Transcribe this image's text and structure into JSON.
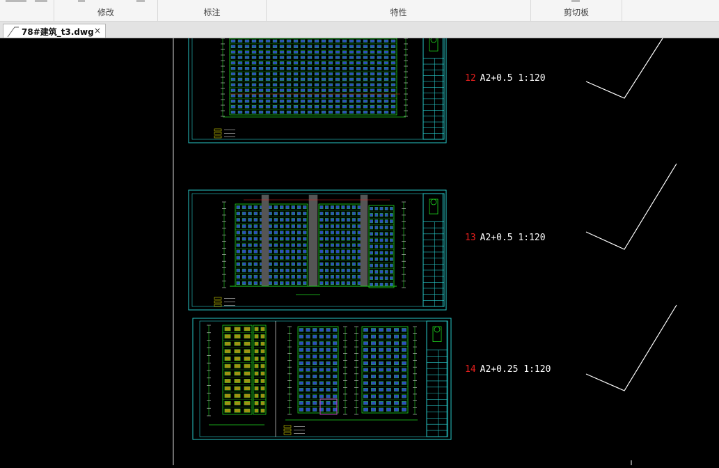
{
  "ribbon": {
    "groups": [
      {
        "label": "修改"
      },
      {
        "label": "标注"
      },
      {
        "label": "特性"
      },
      {
        "label": "剪切板"
      }
    ]
  },
  "tab": {
    "title": "78#建筑_t3.dwg",
    "close": "×"
  },
  "sheets": [
    {
      "number": "12",
      "label": "A2+0.5 1:120"
    },
    {
      "number": "13",
      "label": "A2+0.5 1:120"
    },
    {
      "number": "14",
      "label": "A2+0.25 1:120"
    }
  ],
  "colors": {
    "canvas": "#000000",
    "frame": "#27c7c7",
    "drawing_green": "#1fd81f",
    "drawing_blue": "#3d64ff",
    "drawing_red": "#e8201e",
    "label_text": "#ffffff"
  }
}
